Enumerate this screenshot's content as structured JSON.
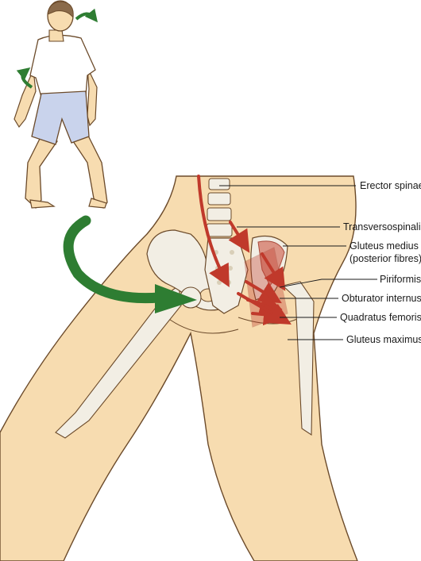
{
  "diagram": {
    "labels": {
      "erector_spinae": "Erector spinae",
      "transversospinalis": "Transversospinalis",
      "gluteus_medius": "Gluteus medius",
      "gluteus_medius_sub": "(posterior fibres)",
      "piriformis": "Piriformis",
      "obturator_internus": "Obturator internus",
      "quadratus_femoris": "Quadratus femoris",
      "gluteus_maximus": "Gluteus maximus"
    },
    "colors": {
      "skin": "#f7dcb0",
      "outline": "#6b4a2a",
      "bone": "#f2eee4",
      "muscle": "#c0392b",
      "muscle_light": "#d98a7a",
      "rotation_arrow": "#2e7d32",
      "shirt": "#ffffff",
      "shorts": "#c9d3ec"
    },
    "icons": [
      "rotation-arrow-icon"
    ]
  }
}
